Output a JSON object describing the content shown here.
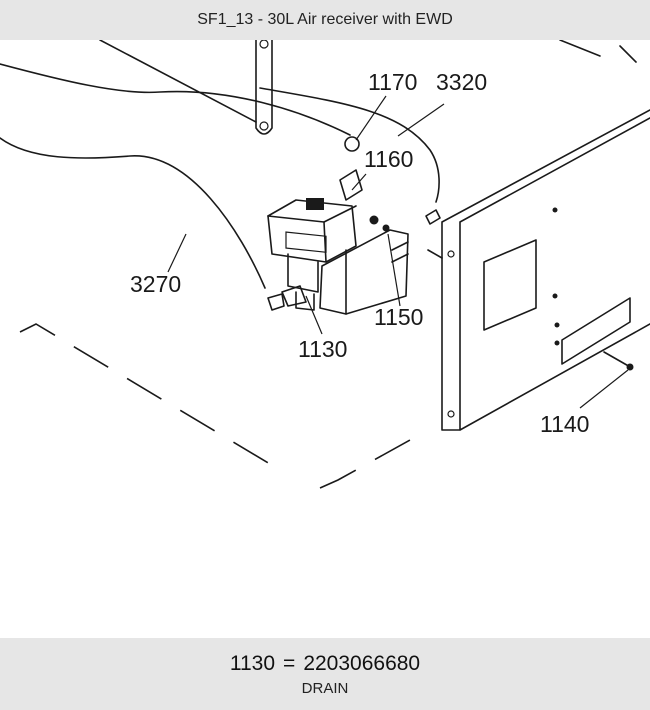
{
  "header": {
    "title": "SF1_13 - 30L Air receiver with EWD"
  },
  "diagram": {
    "callouts": [
      "1170",
      "3320",
      "1160",
      "3270",
      "1150",
      "1130",
      "1140"
    ]
  },
  "footer": {
    "part_number": "1130",
    "equals": "=",
    "article_number": "2203066680",
    "description": "DRAIN"
  }
}
